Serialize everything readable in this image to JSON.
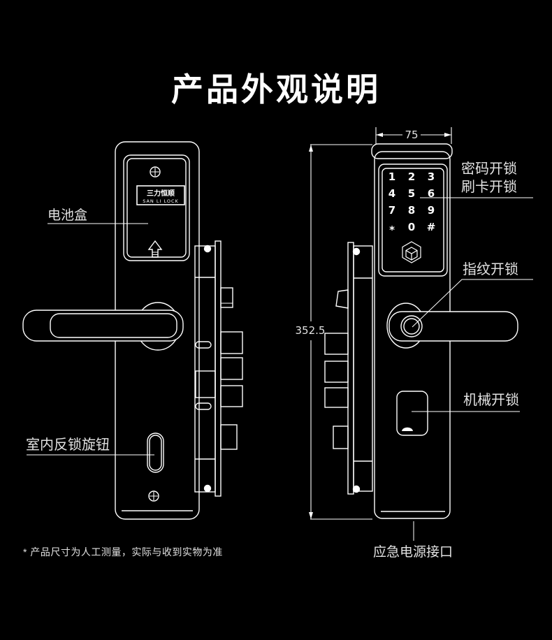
{
  "title": "产品外观说明",
  "footnote": "* 产品尺寸为人工测量，实际与收到实物为准",
  "colors": {
    "background": "#000000",
    "line": "#ffffff",
    "label": "#e2e2e2"
  },
  "left_view": {
    "logo": {
      "cn": "三力恒顺",
      "en": "SAN LI LOCK"
    },
    "labels": {
      "battery": "电池盒",
      "thumbturn": "室内反锁旋钮"
    }
  },
  "right_view": {
    "labels": {
      "password": "密码开锁",
      "card": "刷卡开锁",
      "fingerprint": "指纹开锁",
      "mechanical": "机械开锁",
      "emergency": "应急电源接口"
    },
    "keypad": {
      "keys": [
        "1",
        "2",
        "3",
        "4",
        "5",
        "6",
        "7",
        "8",
        "9",
        "*",
        "0",
        "#"
      ]
    },
    "dimensions": {
      "width": "75",
      "height": "352.5"
    }
  }
}
